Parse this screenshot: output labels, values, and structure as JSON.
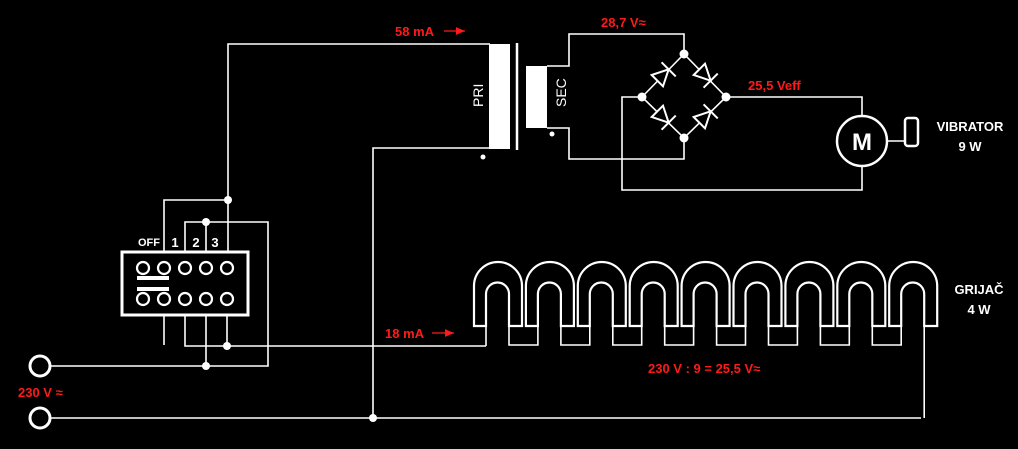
{
  "transformer": {
    "primary_label": "PRI",
    "secondary_label": "SEC"
  },
  "motor": {
    "symbol": "M",
    "name": "VIBRATOR",
    "power": "9 W"
  },
  "heater": {
    "name": "GRIJAČ",
    "power": "4 W",
    "element_count": 9
  },
  "switch": {
    "positions": [
      "OFF",
      "1",
      "2",
      "3"
    ]
  },
  "annotations": {
    "primary_current": "58 mA",
    "secondary_voltage": "28,7 V≈",
    "rectified_voltage": "25,5 Veff",
    "heater_current": "18 mA",
    "heater_calc": "230 V : 9 = 25,5 V≈",
    "mains": "230 V ≈"
  },
  "colors": {
    "wire": "#ffffff",
    "annotation": "#ff1a1a",
    "background": "#000000"
  }
}
